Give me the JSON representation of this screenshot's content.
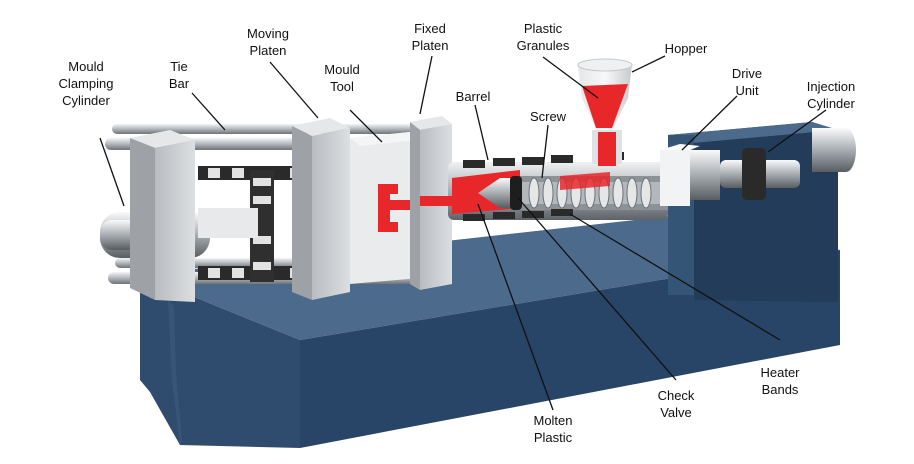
{
  "labels": {
    "mould_clamping_cylinder": "Mould\nClamping\nCylinder",
    "tie_bar": "Tie\nBar",
    "moving_platen": "Moving\nPlaten",
    "mould_tool": "Mould\nTool",
    "fixed_platen": "Fixed\nPlaten",
    "barrel": "Barrel",
    "plastic_granules": "Plastic\nGranules",
    "screw": "Screw",
    "hopper": "Hopper",
    "drive_unit": "Drive\nUnit",
    "injection_cylinder": "Injection\nCylinder",
    "molten_plastic": "Molten\nPlastic",
    "check_valve": "Check\nValve",
    "heater_bands": "Heater\nBands"
  },
  "colors": {
    "base_front": "#2f4c6e",
    "base_top": "#4c6a8c",
    "base_side": "#233c59",
    "molten_plastic": "#e8272b",
    "steel": "#c9ccd0",
    "platen": "#cfd2d5",
    "bracket": "#2a2a2a"
  }
}
